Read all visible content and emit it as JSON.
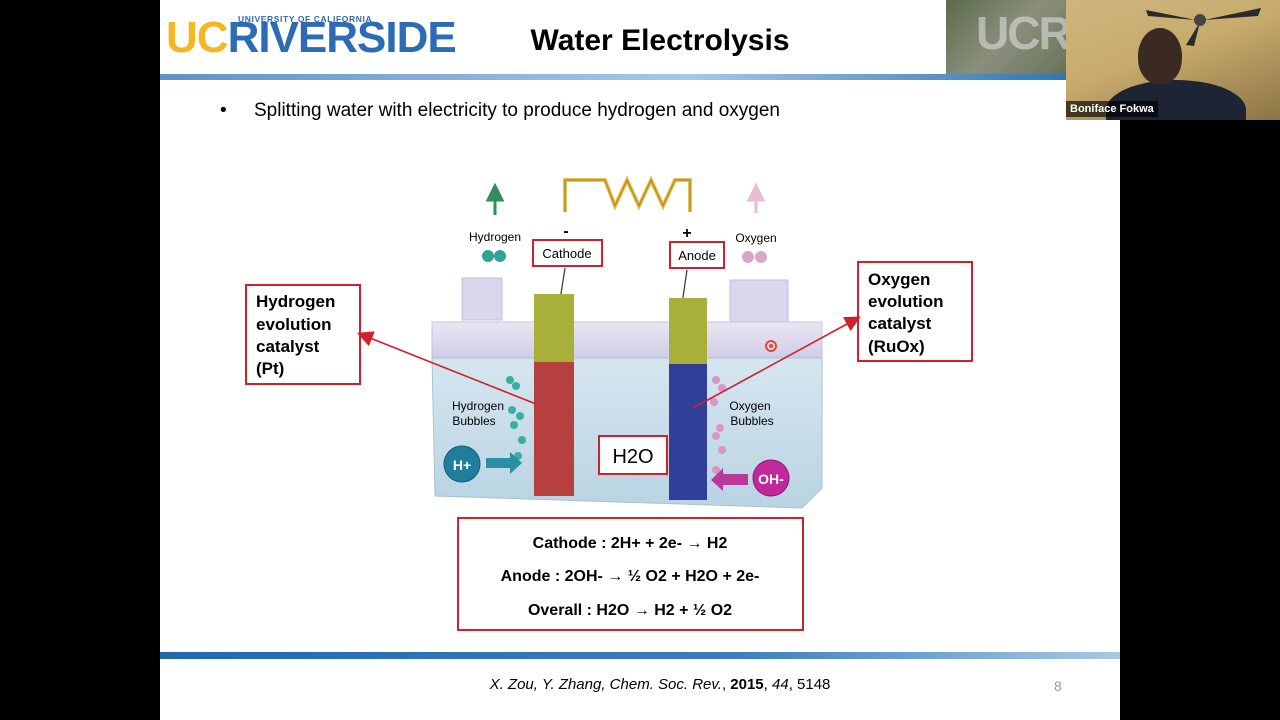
{
  "slide": {
    "logo": {
      "u": "UC",
      "r": "RIVERSIDE",
      "sub": "UNIVERSITY OF CALIFORNIA"
    },
    "title": "Water Electrolysis",
    "bullet": "Splitting water with electricity to produce hydrogen and oxygen",
    "photo_strip_text": "UCR",
    "diagram": {
      "cathode_sign": "-",
      "anode_sign": "+",
      "cathode_label": "Cathode",
      "anode_label": "Anode",
      "hydrogen_label": "Hydrogen",
      "oxygen_label": "Oxygen",
      "hydrogen_bubbles_line1": "Hydrogen",
      "hydrogen_bubbles_line2": "Bubbles",
      "oxygen_bubbles_line1": "Oxygen",
      "oxygen_bubbles_line2": "Bubbles",
      "water": "H2O",
      "h_ion": "H+",
      "oh_ion": "OH-",
      "her_catalyst": [
        "Hydrogen",
        "evolution",
        "catalyst",
        "(Pt)"
      ],
      "oer_catalyst": [
        "Oxygen",
        "evolution",
        "catalyst",
        "(RuOx)"
      ]
    },
    "reactions": {
      "cathode": "Cathode : 2H+ + 2e- → H2",
      "anode": "Anode : 2OH- → ½ O2 + H2O + 2e-",
      "overall": "Overall : H2O → H2 + ½ O2"
    },
    "citation": {
      "authors": "X. Zou, Y. Zhang, ",
      "journal": "Chem. Soc. Rev.",
      "year": "2015",
      "volume": "44",
      "page": "5148"
    },
    "page_number": "8"
  },
  "video": {
    "participant_name": "Boniface Fokwa"
  },
  "colors": {
    "accent_red": "#d0202a",
    "brand_blue": "#2d6cb5",
    "brand_gold": "#f2b824"
  }
}
